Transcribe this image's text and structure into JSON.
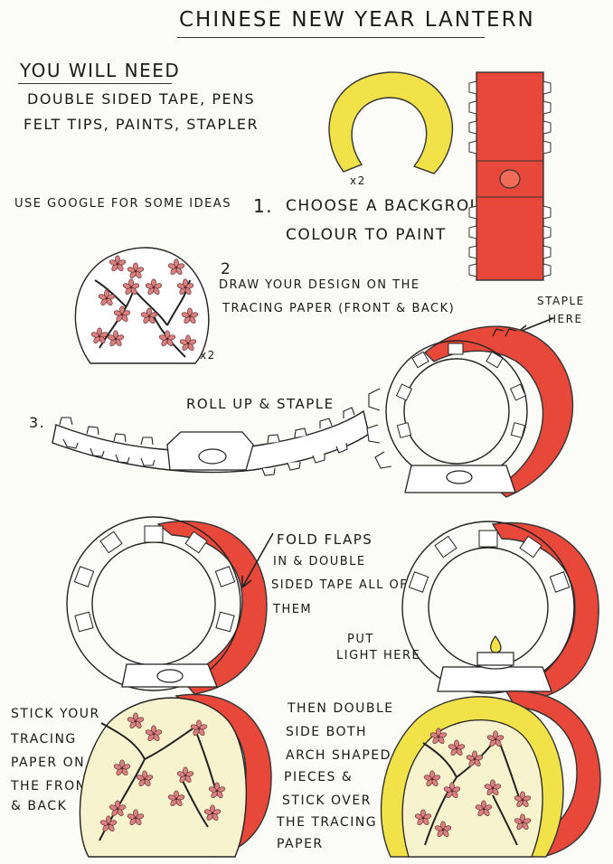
{
  "title": "Chinese New Year Lantern",
  "you_will_need": {
    "heading": "You will need",
    "line1": "Double sided tape, pens",
    "line2": "felt tips, paints, stapler"
  },
  "google_note": "Use google for some ideas",
  "step1": {
    "number": "1.",
    "line1": "Choose a background",
    "line2": "colour to paint",
    "multiplier": "x2"
  },
  "step2": {
    "number": "2",
    "line1": "Draw your design on the",
    "line2": "tracing paper (Front & Back)",
    "multiplier": "x2"
  },
  "staple_note": {
    "line1": "Staple",
    "line2": "here"
  },
  "step3": {
    "number": "3.",
    "instruction": "Roll up & staple"
  },
  "fold_note": {
    "line1": "Fold flaps",
    "line2": "in & double",
    "line3": "sided tape all of",
    "line4": "them"
  },
  "light_note": {
    "line1": "Put",
    "line2": "light here"
  },
  "stick_note": {
    "line1": "Stick your",
    "line2": "tracing",
    "line3": "paper on",
    "line4": "the front",
    "line5": "& back"
  },
  "then_note": {
    "line1": "Then double",
    "line2": "side both",
    "line3": "arch shaped",
    "line4": "pieces &",
    "line5": "stick over",
    "line6": "the tracing",
    "line7": "paper"
  },
  "colors": {
    "red": "#e8483a",
    "red_light": "#f06b58",
    "yellow": "#f2e24a",
    "pale_yellow": "#f7f3cf",
    "blossom": "#d98080",
    "ink": "#1a1a1a"
  }
}
